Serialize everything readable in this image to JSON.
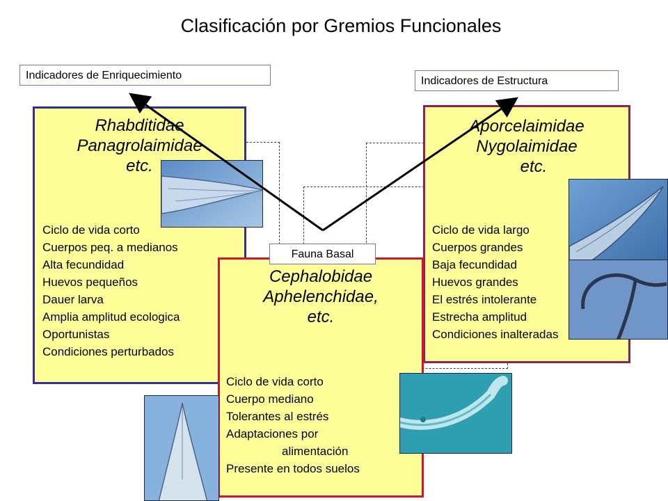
{
  "title": "Clasificación por Gremios Funcionales",
  "labels": {
    "enrichment": "Indicadores de Enriquecimiento",
    "structure": "Indicadores de Estructura",
    "basal": "Fauna Basal"
  },
  "left_card": {
    "families": [
      "Rhabditidae",
      "Panagrolaimidae",
      "etc."
    ],
    "traits": [
      "Ciclo de vida corto",
      "Cuerpos peq. a medianos",
      "Alta fecundidad",
      "Huevos pequeños",
      "Dauer larva",
      "Amplia amplitud ecologica",
      "Oportunistas",
      "Condiciones perturbados"
    ]
  },
  "right_card": {
    "families": [
      "Aporcelaimidae",
      "Nygolaimidae",
      "etc."
    ],
    "traits": [
      "Ciclo de vida largo",
      "Cuerpos grandes",
      "Baja fecundidad",
      "Huevos grandes",
      "El estrés intolerante",
      "Estrecha amplitud",
      "Condiciones  inalteradas"
    ]
  },
  "center_card": {
    "families": [
      "Cephalobidae",
      "Aphelenchidae,",
      "etc."
    ],
    "traits": [
      "Ciclo de vida corto",
      "Cuerpo mediano",
      "Tolerantes al estrés",
      "Adaptaciones por",
      "alimentación",
      "Presente en todos suelos"
    ]
  },
  "colors": {
    "card_fill": "#ffff99",
    "left_border": "#2e3192",
    "right_border": "#8b2252",
    "center_border": "#d2142d",
    "tag_border": "#6b78b5"
  },
  "photos": [
    "nematode-head-photo",
    "nematode-tail-photo",
    "nematode-curled-photo",
    "nematode-head-photo-2",
    "nematode-cyan-photo"
  ]
}
